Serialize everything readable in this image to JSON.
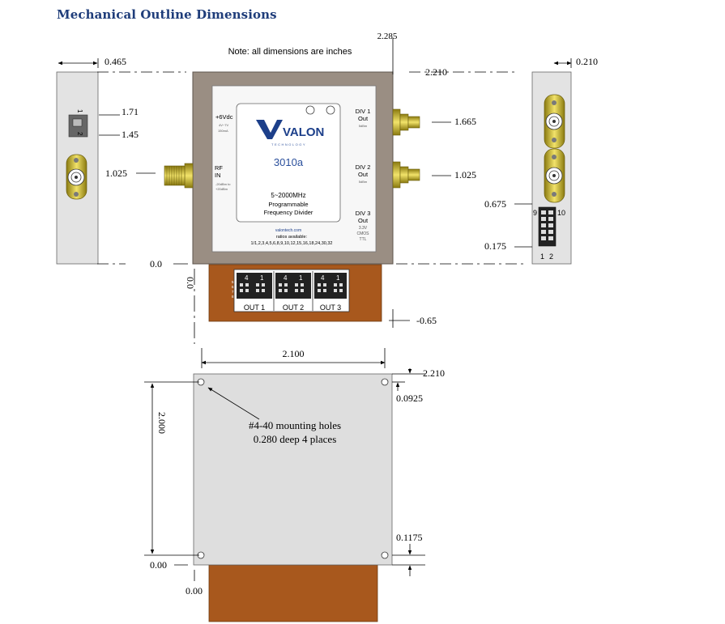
{
  "title": "Mechanical Outline Dimensions",
  "note": "Note: all dimensions are inches",
  "brand": {
    "name": "VALON",
    "tagline": "TECHNOLOGY",
    "model": "3010a",
    "website": "valontech.com"
  },
  "panel": {
    "power": "+6Vdc",
    "power_range": "4V~7V",
    "power_current": "150mA",
    "rf_in": "RF",
    "rf_in2": "IN",
    "rf_level1": "-20dBm to",
    "rf_level2": "+20dBm",
    "freq": "5~2000MHz",
    "prog1": "Programmable",
    "prog2": "Frequency Divider",
    "ratios_label": "ratios available:",
    "ratios": "1/1,2,3,4,5,6,8,9,10,12,15,16,18,24,30,32",
    "div1": "DIV 1",
    "div2": "DIV 2",
    "div3": "DIV 3",
    "out": "Out",
    "dbm": "5dBm",
    "cmos1": "3.3V",
    "cmos2": "CMOS",
    "cmos3": "TTL"
  },
  "connectors": {
    "out_labels": [
      "OUT 1",
      "OUT 2",
      "OUT 3"
    ],
    "pin_hi": "4",
    "pin_lo": "1",
    "side_pins": [
      "5",
      "6",
      "7",
      "8"
    ],
    "left_pin_top": "1",
    "left_pin_bottom": "2",
    "right_9": "9",
    "right_10": "10",
    "right_1": "1",
    "right_2": "2"
  },
  "dimensions": {
    "d_2285": "2.285",
    "d_0465": "0.465",
    "d_2210_top": "2.210",
    "d_0210": "0.210",
    "d_171": "1.71",
    "d_145": "1.45",
    "d_1025_left": "1.025",
    "d_1665": "1.665",
    "d_1025_right": "1.025",
    "d_0675": "0.675",
    "d_0175": "0.175",
    "d_00_h": "0.0",
    "d_00_v": "0.0",
    "d_neg065": "-0.65",
    "d_2100": "2.100",
    "d_2210_bottom": "2.210",
    "d_00925": "0.0925",
    "d_2000": "2.000",
    "d_01175": "0.1175",
    "d_000_h": "0.00",
    "d_000_v": "0.00"
  },
  "annotation": {
    "line1": "#4-40 mounting holes",
    "line2": "0.280 deep 4 places"
  }
}
